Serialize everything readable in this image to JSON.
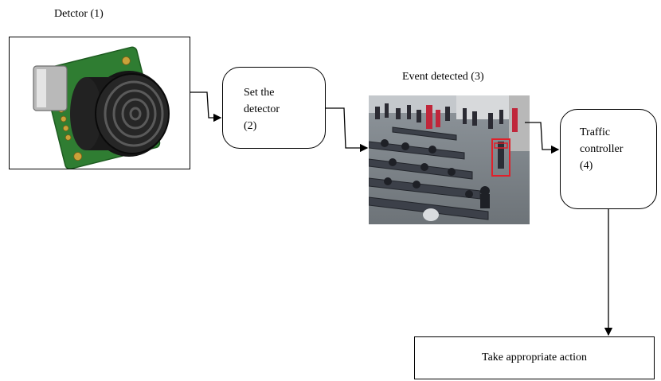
{
  "nodes": {
    "detector": {
      "caption": "Detctor  (1)"
    },
    "set_detector": {
      "line1": "Set the",
      "line2": "detector",
      "line3": "(2)"
    },
    "event": {
      "caption": "Event detected (3)"
    },
    "traffic": {
      "line1": "Traffic",
      "line2": "controller",
      "line3": "(4)"
    },
    "action": {
      "label": "Take appropriate action"
    }
  },
  "images": {
    "sensor": "ultrasonic-sensor-photo",
    "crowd": "station-crowd-photo"
  },
  "colors": {
    "stroke": "#000000",
    "highlight": "#e0202a",
    "pcb": "#2f7d32"
  }
}
